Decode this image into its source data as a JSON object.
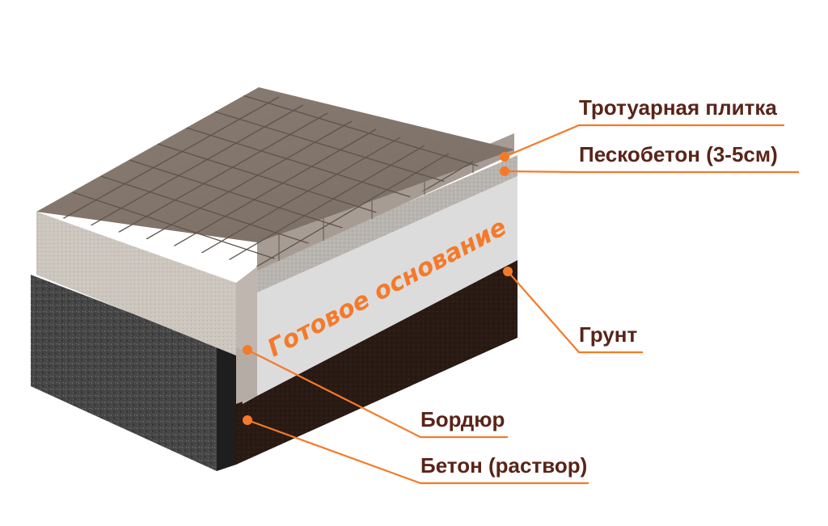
{
  "diagram": {
    "base_text": "Готовое основание",
    "colors": {
      "accent": "#f47a2a",
      "label_text": "#5a2418",
      "paver": "#8c7f75",
      "paver_light": "#b3a89f",
      "sand_concrete": "#b9b6b2",
      "base": "#d9d9d9",
      "soil": "#2b1a14",
      "concrete": "#4a4a4a",
      "curb": "#cfc8c0"
    },
    "labels": [
      {
        "id": "paving-tile",
        "text": "Тротуарная плитка"
      },
      {
        "id": "sand-concrete",
        "text": "Пескобетон (3-5см)"
      },
      {
        "id": "soil",
        "text": "Грунт"
      },
      {
        "id": "curb",
        "text": "Бордюр"
      },
      {
        "id": "concrete",
        "text": "Бетон (раствор)"
      }
    ]
  }
}
